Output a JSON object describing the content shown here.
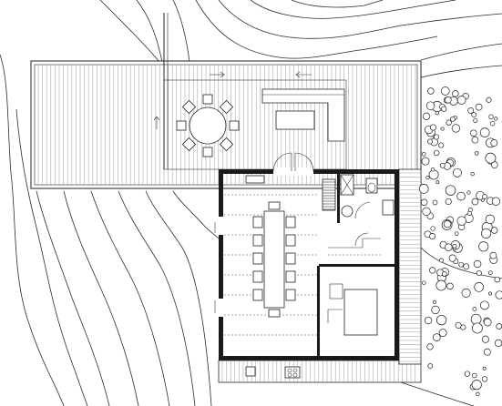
{
  "plan": {
    "elements": [
      "terrain-contours",
      "timber-deck",
      "dining-terrace",
      "lounge-sofa",
      "living-dining-room",
      "dining-table",
      "bathroom",
      "stair",
      "kitchen-island",
      "hob",
      "pebble-garden"
    ]
  }
}
